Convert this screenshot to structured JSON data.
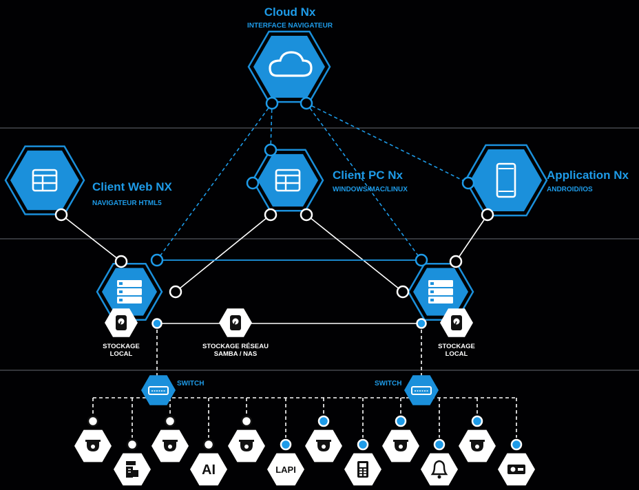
{
  "colors": {
    "background": "#010103",
    "accent": "#1e9be8",
    "hex_fill": "#1b90db",
    "line": "#ffffff",
    "band": "#8a8f99"
  },
  "cloud": {
    "title": "Cloud Nx",
    "subtitle": "INTERFACE NAVIGATEUR",
    "icon": "cloud-icon"
  },
  "web_client": {
    "title": "Client Web NX",
    "subtitle": "NAVIGATEUR HTML5",
    "icon": "layout-window-icon"
  },
  "pc_client": {
    "title": "Client PC Nx",
    "subtitle": "WINDOWS/MAC/LINUX",
    "icon": "layout-window-icon"
  },
  "mobile_app": {
    "title": "Application Nx",
    "subtitle": "ANDROID/IOS",
    "icon": "smartphone-icon"
  },
  "servers": [
    {
      "icon": "server-rack-icon"
    },
    {
      "icon": "server-rack-icon"
    }
  ],
  "storage": {
    "local_left": {
      "line1": "STOCKAGE",
      "line2": "LOCAL",
      "icon": "hard-drive-icon"
    },
    "network": {
      "line1": "STOCKAGE RÉSEAU",
      "line2": "SAMBA / NAS",
      "icon": "hard-drive-icon"
    },
    "local_right": {
      "line1": "STOCKAGE",
      "line2": "LOCAL",
      "icon": "hard-drive-icon"
    }
  },
  "switch_left": {
    "label": "SWITCH",
    "icon": "switch-icon"
  },
  "switch_right": {
    "label": "SWITCH",
    "icon": "switch-icon"
  },
  "devices": [
    {
      "icon": "dome-camera-icon",
      "text": ""
    },
    {
      "icon": "access-control-icon",
      "text": ""
    },
    {
      "icon": "dome-camera-icon",
      "text": ""
    },
    {
      "icon": "ai-icon",
      "text": "AI"
    },
    {
      "icon": "dome-camera-icon",
      "text": ""
    },
    {
      "icon": "lapi-icon",
      "text": "LAPI"
    },
    {
      "icon": "dome-camera-icon",
      "text": ""
    },
    {
      "icon": "intercom-icon",
      "text": ""
    },
    {
      "icon": "dome-camera-icon",
      "text": ""
    },
    {
      "icon": "bell-icon",
      "text": ""
    },
    {
      "icon": "dome-camera-icon",
      "text": ""
    },
    {
      "icon": "sensor-icon",
      "text": ""
    }
  ]
}
